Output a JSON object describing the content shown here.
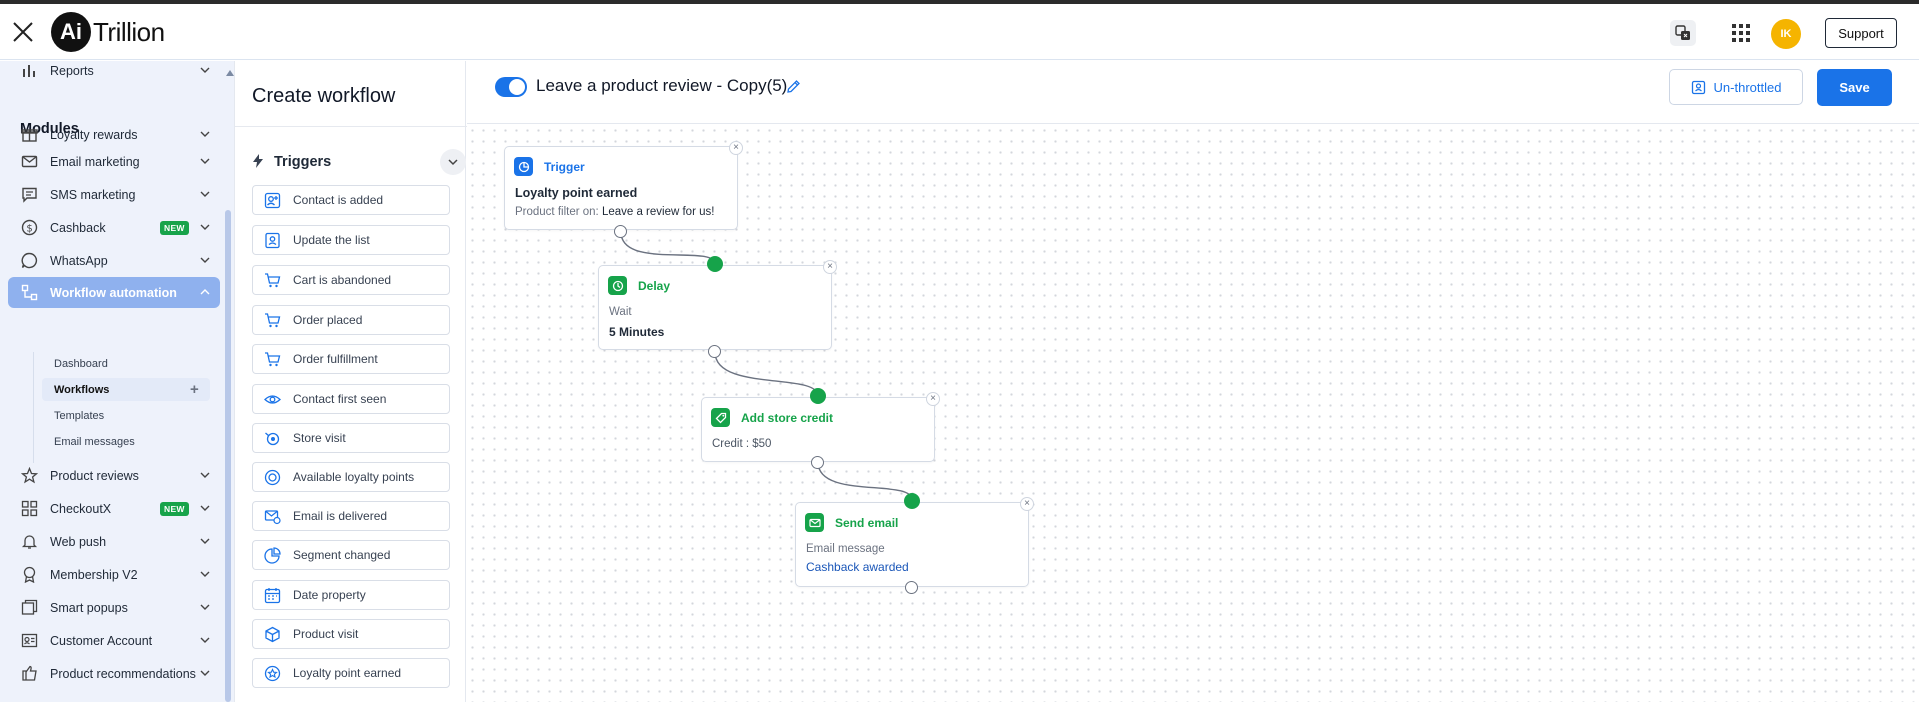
{
  "app": {
    "logo_mark": "Ai",
    "logo_text": "Trillion"
  },
  "header": {
    "avatar_initials": "IK",
    "support_label": "Support"
  },
  "sidebar": {
    "top_item": "Reports",
    "section_title": "Modules",
    "items": [
      {
        "label": "Loyalty rewards",
        "icon": "gift-icon"
      },
      {
        "label": "Email marketing",
        "icon": "mail-icon"
      },
      {
        "label": "SMS marketing",
        "icon": "chat-icon"
      },
      {
        "label": "Cashback",
        "icon": "dollar-icon",
        "badge": "NEW"
      },
      {
        "label": "WhatsApp",
        "icon": "whatsapp-icon"
      },
      {
        "label": "Workflow automation",
        "icon": "workflow-icon",
        "active": true
      }
    ],
    "sub_items": [
      {
        "label": "Dashboard"
      },
      {
        "label": "Workflows",
        "active": true
      },
      {
        "label": "Templates"
      },
      {
        "label": "Email messages"
      }
    ],
    "items_after": [
      {
        "label": "Product reviews",
        "icon": "star-icon"
      },
      {
        "label": "CheckoutX",
        "icon": "checkout-icon",
        "badge": "NEW"
      },
      {
        "label": "Web push",
        "icon": "bell-icon"
      },
      {
        "label": "Membership V2",
        "icon": "membership-icon"
      },
      {
        "label": "Smart popups",
        "icon": "popup-icon"
      },
      {
        "label": "Customer Account",
        "icon": "account-icon"
      },
      {
        "label": "Product recommendations",
        "icon": "recommend-icon"
      }
    ]
  },
  "triggers_panel": {
    "title": "Create workflow",
    "section": "Triggers",
    "items": [
      "Contact is added",
      "Update the list",
      "Cart is abandoned",
      "Order placed",
      "Order fulfillment",
      "Contact first seen",
      "Store visit",
      "Available loyalty points",
      "Email is delivered",
      "Segment changed",
      "Date property",
      "Product visit",
      "Loyalty point earned"
    ]
  },
  "workflow": {
    "name": "Leave a product review - Copy(5)",
    "enabled": true,
    "throttle_label": "Un-throttled",
    "save_label": "Save"
  },
  "nodes": {
    "trigger": {
      "title": "Trigger",
      "event": "Loyalty point earned",
      "filter_label": "Product filter on:",
      "filter_value": "Leave a review for us!"
    },
    "delay": {
      "title": "Delay",
      "sub": "Wait",
      "value": "5 Minutes"
    },
    "credit": {
      "title": "Add store credit",
      "sub": "Credit : $50"
    },
    "email": {
      "title": "Send email",
      "sub": "Email message",
      "value": "Cashback awarded"
    }
  },
  "colors": {
    "primary": "#1a73e8",
    "success": "#16a34a",
    "sidebar_bg": "#eef2fb",
    "sidebar_active": "#8fb1ee"
  }
}
